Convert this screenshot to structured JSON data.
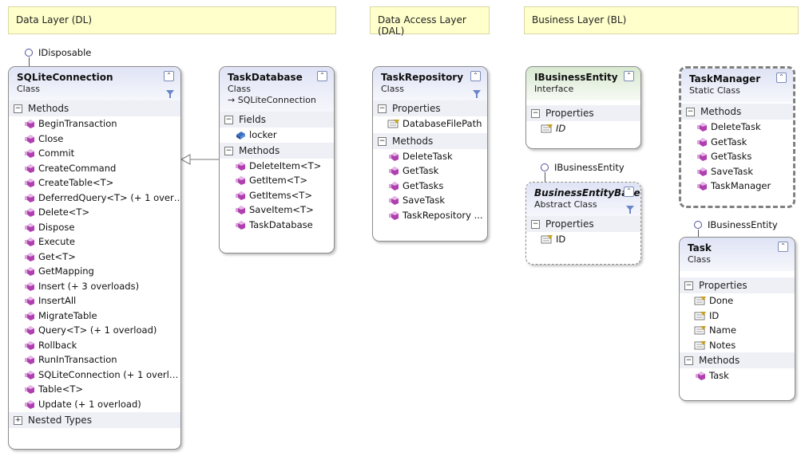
{
  "layers": [
    {
      "label": "Data Layer (DL)"
    },
    {
      "label": "Data Access Layer (DAL)"
    },
    {
      "label": "Business Layer (BL)"
    }
  ],
  "lollipops": [
    {
      "label": "IDisposable"
    },
    {
      "label": "IBusinessEntity"
    },
    {
      "label": "IBusinessEntity"
    }
  ],
  "shapes": {
    "sqlite": {
      "title": "SQLiteConnection",
      "stereotype": "Class",
      "methods_label": "Methods",
      "methods": [
        "BeginTransaction",
        "Close",
        "Commit",
        "CreateCommand",
        "CreateTable<T>",
        "DeferredQuery<T> (+ 1 over…",
        "Delete<T>",
        "Dispose",
        "Execute",
        "Get<T>",
        "GetMapping",
        "Insert (+ 3 overloads)",
        "InsertAll",
        "MigrateTable",
        "Query<T> (+ 1 overload)",
        "Rollback",
        "RunInTransaction",
        "SQLiteConnection (+ 1 overl…",
        "Table<T>",
        "Update (+ 1 overload)"
      ],
      "nested_label": "Nested Types"
    },
    "taskdb": {
      "title": "TaskDatabase",
      "stereotype": "Class",
      "base": "→ SQLiteConnection",
      "fields_label": "Fields",
      "fields": [
        "locker"
      ],
      "methods_label": "Methods",
      "methods": [
        "DeleteItem<T>",
        "GetItem<T>",
        "GetItems<T>",
        "SaveItem<T>",
        "TaskDatabase"
      ]
    },
    "taskrepo": {
      "title": "TaskRepository",
      "stereotype": "Class",
      "props_label": "Properties",
      "props": [
        "DatabaseFilePath"
      ],
      "methods_label": "Methods",
      "methods": [
        "DeleteTask",
        "GetTask",
        "GetTasks",
        "SaveTask",
        "TaskRepository ..."
      ]
    },
    "ibusiness": {
      "title": "IBusinessEntity",
      "stereotype": "Interface",
      "props_label": "Properties",
      "props": [
        "ID"
      ]
    },
    "bebase": {
      "title": "BusinessEntityBase",
      "stereotype": "Abstract Class",
      "props_label": "Properties",
      "props": [
        "ID"
      ]
    },
    "taskmgr": {
      "title": "TaskManager",
      "stereotype": "Static Class",
      "methods_label": "Methods",
      "methods": [
        "DeleteTask",
        "GetTask",
        "GetTasks",
        "SaveTask",
        "TaskManager"
      ]
    },
    "task": {
      "title": "Task",
      "stereotype": "Class",
      "props_label": "Properties",
      "props": [
        "Done",
        "ID",
        "Name",
        "Notes"
      ],
      "methods_label": "Methods",
      "methods": [
        "Task"
      ]
    }
  },
  "colors": {
    "method_icon": "#b040b0",
    "property_icon": "#c8a020",
    "field_icon": "#3a6fc0",
    "layer_bg": "#ffffcc"
  }
}
